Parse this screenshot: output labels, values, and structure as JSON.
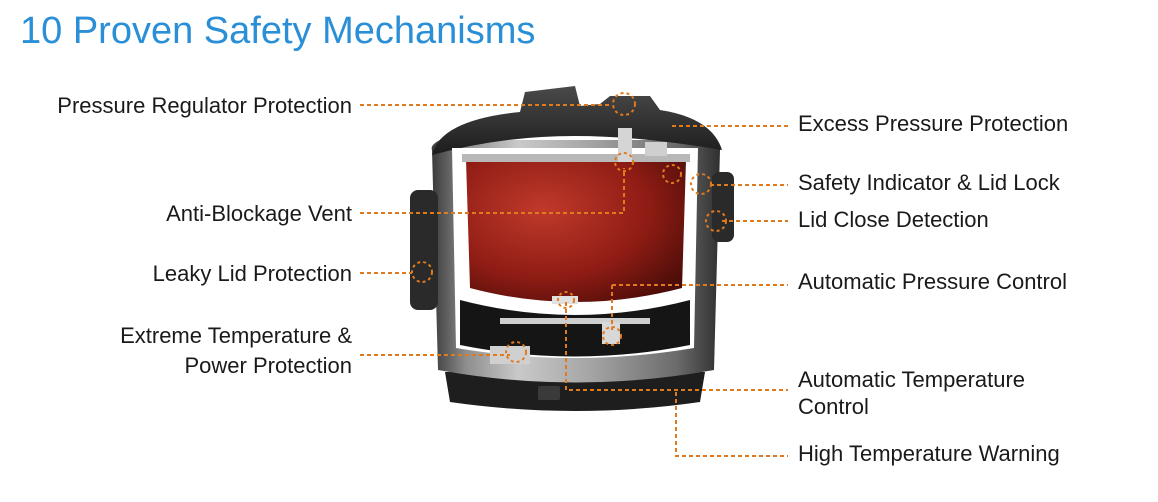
{
  "title": "10 Proven Safety Mechanisms",
  "colors": {
    "title": "#2a8fd6",
    "leader": "#e07a1f",
    "text": "#1a1a1a"
  },
  "labels": {
    "pressure_regulator": "Pressure Regulator Protection",
    "anti_blockage": "Anti-Blockage Vent",
    "leaky_lid": "Leaky Lid Protection",
    "extreme_temp_line1": "Extreme Temperature &",
    "extreme_temp_line2": "Power Protection",
    "excess_pressure": "Excess Pressure Protection",
    "safety_indicator": "Safety Indicator & Lid Lock",
    "lid_close": "Lid Close Detection",
    "auto_pressure": "Automatic Pressure Control",
    "auto_temp_line1": "Automatic Temperature",
    "auto_temp_line2": "Control",
    "high_temp": "High Temperature Warning"
  }
}
